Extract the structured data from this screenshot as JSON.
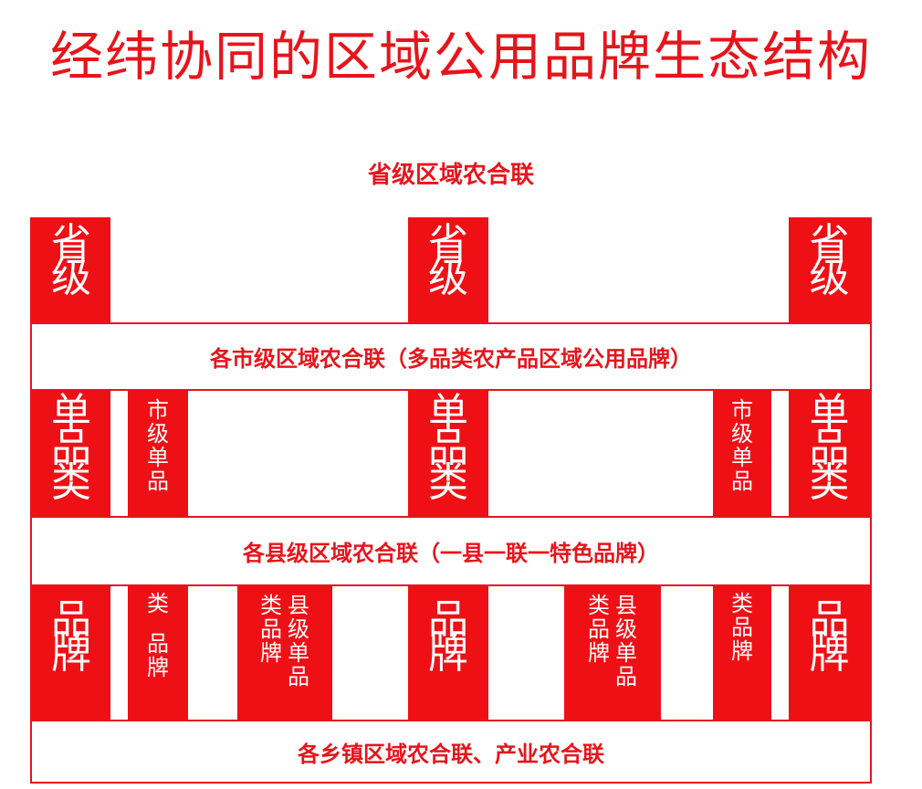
{
  "title": "经纬协同的区域公用品牌生态结构",
  "bands": {
    "province": "省级区域农合联",
    "city": "各市级区域农合联（多品类农产品区域公用品牌）",
    "county": "各县级区域农合联（一县一联一特色品牌）",
    "town": "各乡镇区域农合联、产业农合联"
  },
  "pillars": {
    "province_label": [
      "省",
      "级"
    ],
    "single_category_label": [
      "单",
      "品",
      "类"
    ],
    "brand_label": [
      "品",
      "牌"
    ],
    "city_single_label": [
      "市",
      "级",
      "单",
      "品"
    ],
    "county_single_label": [
      "县",
      "级",
      "单",
      "品"
    ],
    "category_brand_label": [
      "类",
      "品",
      "牌"
    ]
  },
  "colors": {
    "accent": "#e8141b",
    "pillar_fill": "#ef1016",
    "background": "#ffffff"
  }
}
